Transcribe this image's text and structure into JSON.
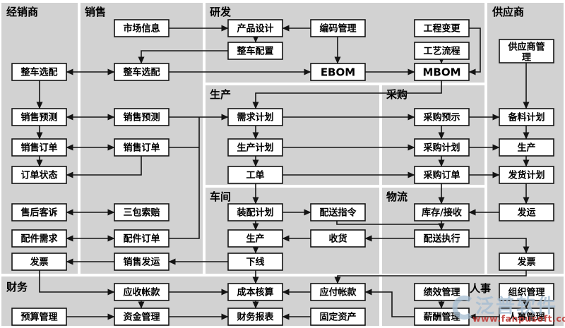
{
  "sections": {
    "dealer": {
      "label": "经销商"
    },
    "sales": {
      "label": "销售"
    },
    "rd": {
      "label": "研发"
    },
    "supplier": {
      "label": "供应商"
    },
    "production": {
      "label": "生产"
    },
    "procurement": {
      "label": "采购"
    },
    "workshop": {
      "label": "车间"
    },
    "logistics": {
      "label": "物流"
    },
    "finance": {
      "label": "财务"
    },
    "hr": {
      "label": "人事"
    }
  },
  "nodes": {
    "dealer_vehicle_option": "整车选配",
    "dealer_sales_forecast": "销售预测",
    "dealer_sales_order": "销售订单",
    "dealer_order_status": "订单状态",
    "dealer_after_sales_complaint": "售后客诉",
    "dealer_parts_demand": "配件需求",
    "dealer_invoice": "发票",
    "sales_market_info": "市场信息",
    "sales_vehicle_option": "整车选配",
    "sales_sales_forecast": "销售预测",
    "sales_sales_order": "销售订单",
    "sales_warranty_claim": "三包索赔",
    "sales_parts_order": "配件订单",
    "sales_shipping": "销售发运",
    "rd_product_design": "产品设计",
    "rd_vehicle_config": "整车配置",
    "rd_code_mgmt": "编码管理",
    "rd_ebom": "EBOM",
    "rd_eng_change": "工程变更",
    "rd_process_flow": "工艺流程",
    "rd_mbom": "MBOM",
    "supplier_mgmt_line1": "供应商管",
    "supplier_mgmt_line2": "理",
    "supplier_material_plan": "备料计划",
    "supplier_production": "生产",
    "supplier_delivery_plan": "发货计划",
    "supplier_shipment": "发运",
    "supplier_invoice": "发票",
    "prod_demand_plan": "需求计划",
    "prod_production_plan": "生产计划",
    "prod_work_order": "工单",
    "proc_purchase_forecast": "采购预示",
    "proc_purchase_plan": "采购计划",
    "proc_purchase_order": "采购订单",
    "ws_assembly_plan": "装配计划",
    "ws_delivery_instruction": "配送指令",
    "ws_production": "生产",
    "ws_receiving": "收货",
    "ws_offline": "下线",
    "log_inventory_receiving": "库存/接收",
    "log_delivery_execution": "配送执行",
    "fin_accounts_receivable": "应收帐款",
    "fin_budget_mgmt": "预算管理",
    "fin_fund_mgmt": "资金管理",
    "fin_cost_accounting": "成本核算",
    "fin_financial_report": "财务报表",
    "fin_accounts_payable": "应付帐款",
    "fin_fixed_assets": "固定资产",
    "hr_performance_mgmt": "绩效管理",
    "hr_salary_mgmt": "薪酬管理",
    "hr_org_mgmt": "组织管理",
    "hr_personnel_mgmt": "人事管理"
  },
  "watermark": {
    "brand": "泛普软件",
    "url": "www.fanpusoft.com"
  },
  "colors": {
    "panel_bg": "#d2d2d2",
    "box_bg": "#ffffff",
    "line": "#141414",
    "watermark_blue": "#a6bdd2",
    "watermark_red": "#bf3430"
  }
}
